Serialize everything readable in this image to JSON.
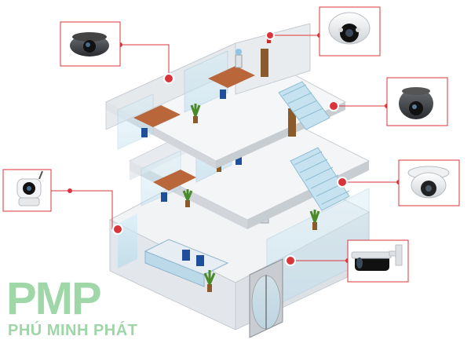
{
  "brand": {
    "logo_mark": "PMP",
    "company_name": "PHÚ MINH PHÁT",
    "logo_color": "#8fd19b"
  },
  "colors": {
    "accent": "#d9343a",
    "glass": "#bfe3f2",
    "floor": "#eef0f2",
    "wall": "#d7dbe0"
  },
  "cameras": [
    {
      "id": "cam-dome-black-top-left",
      "icon": "dome-camera-icon"
    },
    {
      "id": "cam-dome-white-top-right",
      "icon": "dome-camera-icon"
    },
    {
      "id": "cam-dome-dark-right",
      "icon": "dome-camera-icon"
    },
    {
      "id": "cam-dome-white-right",
      "icon": "dome-camera-icon"
    },
    {
      "id": "cam-wifi-left",
      "icon": "wifi-camera-icon"
    },
    {
      "id": "cam-bullet-bottom-right",
      "icon": "bullet-camera-icon"
    }
  ]
}
